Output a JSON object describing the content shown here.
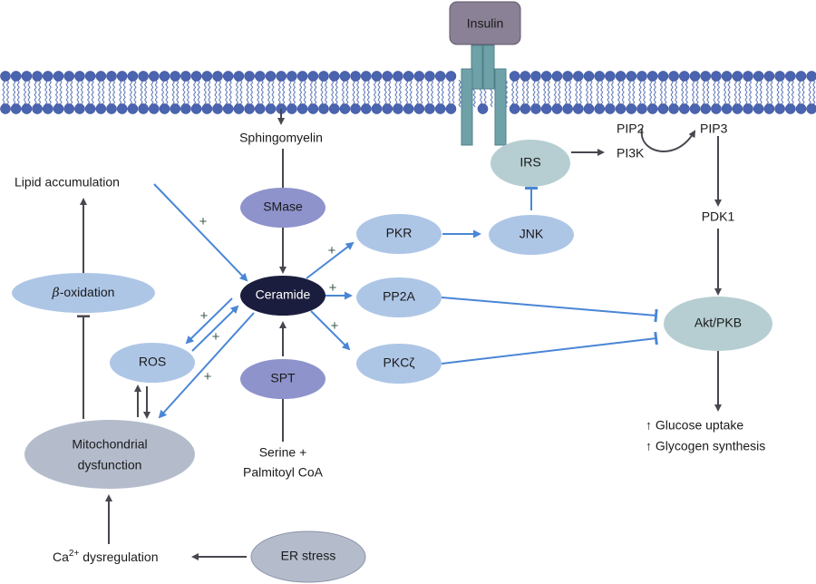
{
  "title": "Ceramide-mediated insulin resistance pathway",
  "colors": {
    "membrane_head": "#4a64b0",
    "receptor": "#6fa2a8",
    "insulin_box": "#8a8196",
    "ceramide": "#1b1d3e",
    "enzyme": "#8e93cc",
    "kinase": "#aec6e6",
    "teal_node": "#b6ced2",
    "grey_node": "#b4bccc",
    "activation_arrow": "#4a86d6",
    "neutral_arrow": "#4a4650"
  },
  "nodes": {
    "insulin": "Insulin",
    "irs": "IRS",
    "pip2": "PIP2",
    "pip3": "PIP3",
    "pi3k": "PI3K",
    "pdk1": "PDK1",
    "akt": "Akt/PKB",
    "sphingomyelin": "Sphingomyelin",
    "smase": "SMase",
    "ceramide": "Ceramide",
    "spt": "SPT",
    "serine_line1": "Serine +",
    "serine_line2": "Palmitoyl CoA",
    "pkr": "PKR",
    "jnk": "JNK",
    "pp2a": "PP2A",
    "pkcz": "PKCζ",
    "lipid_accumulation": "Lipid accumulation",
    "beta_symbol": "β",
    "beta_oxidation_suffix": "-oxidation",
    "ros": "ROS",
    "mito_line1": "Mitochondrial",
    "mito_line2": "dysfunction",
    "ca_prefix": "Ca",
    "ca_superscript": "2+",
    "ca_suffix": " dysregulation",
    "er_stress": "ER stress"
  },
  "outcomes": {
    "glucose_uptake": "↑ Glucose uptake",
    "glycogen_synthesis": "↑ Glycogen synthesis"
  },
  "edge_labels": {
    "plus": "+"
  }
}
